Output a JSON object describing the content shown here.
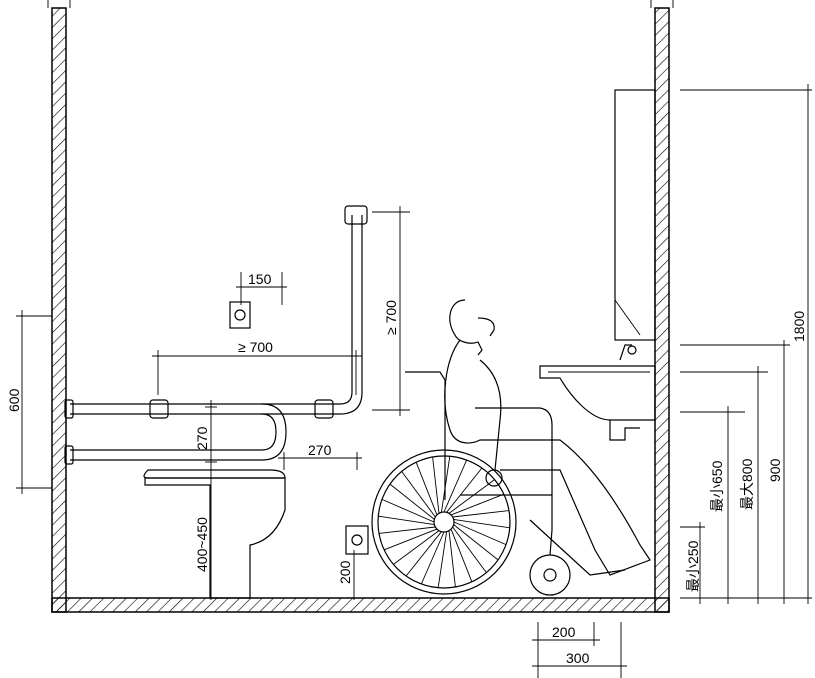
{
  "dimensions": {
    "grab_bar_to_panel": "150",
    "horizontal_bar_min_length": "≥ 700",
    "vertical_bar_min_length": "≥ 700",
    "bar_spacing_vertical": "270",
    "bar_projection": "270",
    "bar_zone_height": "600",
    "seat_height": "400~450",
    "floor_button_height": "200",
    "basin_min_250": "最小250",
    "basin_min_650": "最小650",
    "basin_max_800": "最大800",
    "basin_900": "900",
    "mirror_top_1800": "1800",
    "foot_clearance_200": "200",
    "foot_clearance_300": "300"
  }
}
